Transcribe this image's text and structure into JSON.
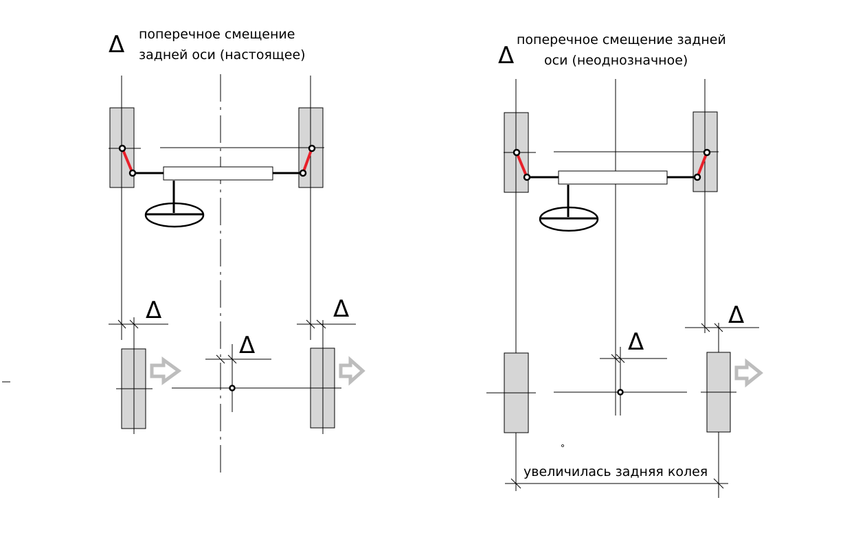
{
  "left_diagram": {
    "title_line1": "поперечное смещение",
    "title_line2": "задней оси (настоящее)",
    "delta_symbol": "Δ"
  },
  "right_diagram": {
    "title_line1": "поперечное смещение задней",
    "title_line2": "оси (неоднозначное)",
    "delta_symbol": "Δ",
    "track_label": "увеличилась задняя колея"
  },
  "colors": {
    "wheel": "#d6d6d6",
    "link": "#e8202a",
    "arrow": "#bdbdbd"
  }
}
